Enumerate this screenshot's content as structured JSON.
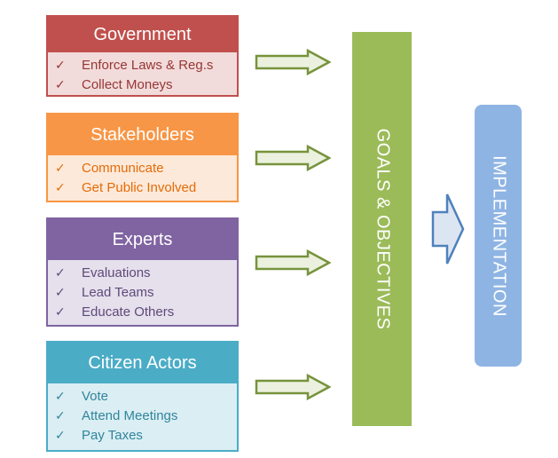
{
  "boxes": [
    {
      "title": "Government",
      "items": [
        "Enforce Laws & Reg.s",
        "Collect Moneys"
      ],
      "header_color": "#c0504d",
      "body_color": "#f2dcdb",
      "text_color": "#953735"
    },
    {
      "title": "Stakeholders",
      "items": [
        "Communicate",
        "Get Public Involved"
      ],
      "header_color": "#f79646",
      "body_color": "#fde9d9",
      "text_color": "#e36c09"
    },
    {
      "title": "Experts",
      "items": [
        "Evaluations",
        "Lead Teams",
        "Educate Others"
      ],
      "header_color": "#8064a2",
      "body_color": "#e5e0ec",
      "text_color": "#5f497a"
    },
    {
      "title": "Citizen Actors",
      "items": [
        "Vote",
        "Attend Meetings",
        "Pay Taxes"
      ],
      "header_color": "#4bacc6",
      "body_color": "#daeef3",
      "text_color": "#31859c"
    }
  ],
  "goals": {
    "label": "GOALS & OBJECTIVES",
    "color": "#9bbb59"
  },
  "implementation": {
    "label": "IMPLEMENTATION",
    "color": "#8eb4e3"
  },
  "check_glyph": "✓",
  "arrow_color": "#77933c",
  "big_arrow_color": "#4f81bd"
}
